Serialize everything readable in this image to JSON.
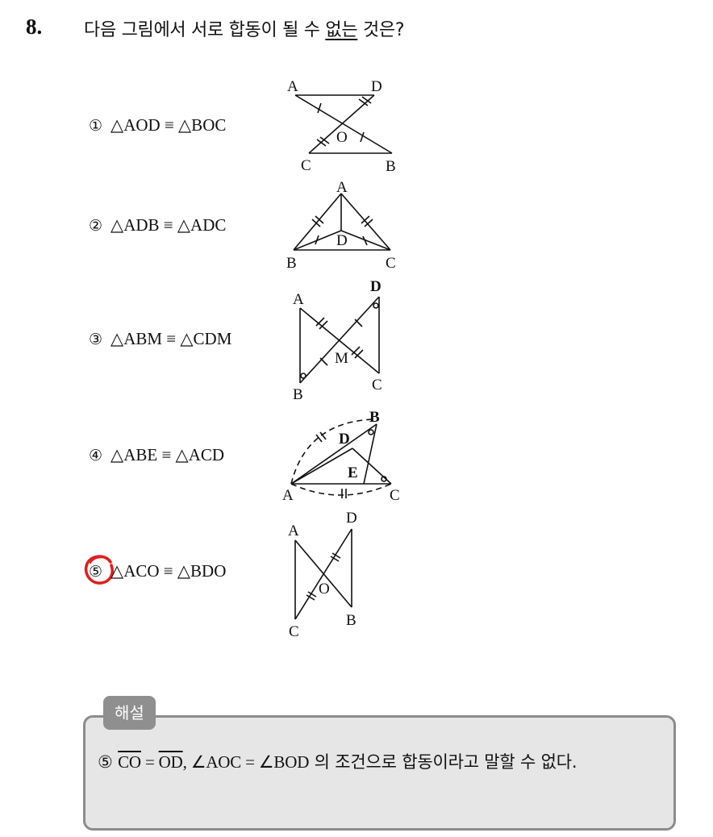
{
  "question": {
    "number": "8.",
    "text_before": "다음 그림에서 서로 합동이 될 수 ",
    "text_underlined": "없는",
    "text_after": " 것은?"
  },
  "options": [
    {
      "num": "①",
      "statement": "△AOD ≡ △BOC",
      "labels": {
        "A": "A",
        "D": "D",
        "O": "O",
        "C": "C",
        "B": "B"
      }
    },
    {
      "num": "②",
      "statement": "△ADB ≡ △ADC",
      "labels": {
        "A": "A",
        "D": "D",
        "B": "B",
        "C": "C"
      }
    },
    {
      "num": "③",
      "statement": "△ABM ≡ △CDM",
      "labels": {
        "A": "A",
        "D": "D",
        "M": "M",
        "B": "B",
        "C": "C"
      }
    },
    {
      "num": "④",
      "statement": "△ABE ≡ △ACD",
      "labels": {
        "B": "B",
        "D": "D",
        "E": "E",
        "A": "A",
        "C": "C"
      }
    },
    {
      "num": "⑤",
      "statement": "△ACO ≡ △BDO",
      "labels": {
        "A": "A",
        "D": "D",
        "O": "O",
        "C": "C",
        "B": "B"
      }
    }
  ],
  "answer": {
    "selected_option": 5,
    "mark_color": "#e0201e"
  },
  "solution": {
    "label": "해설",
    "num": "⑤",
    "seg1": "CO",
    "eq1": " = ",
    "seg2": "OD",
    "sep": ",  ",
    "angle_text": "∠AOC = ∠BOD",
    "text_rest": " 의 조건으로 합동이라고 말할 수 없다."
  },
  "colors": {
    "box_border": "#8c8c8c",
    "box_fill": "#e6e6e6",
    "label_fill": "#8f8f8f"
  }
}
